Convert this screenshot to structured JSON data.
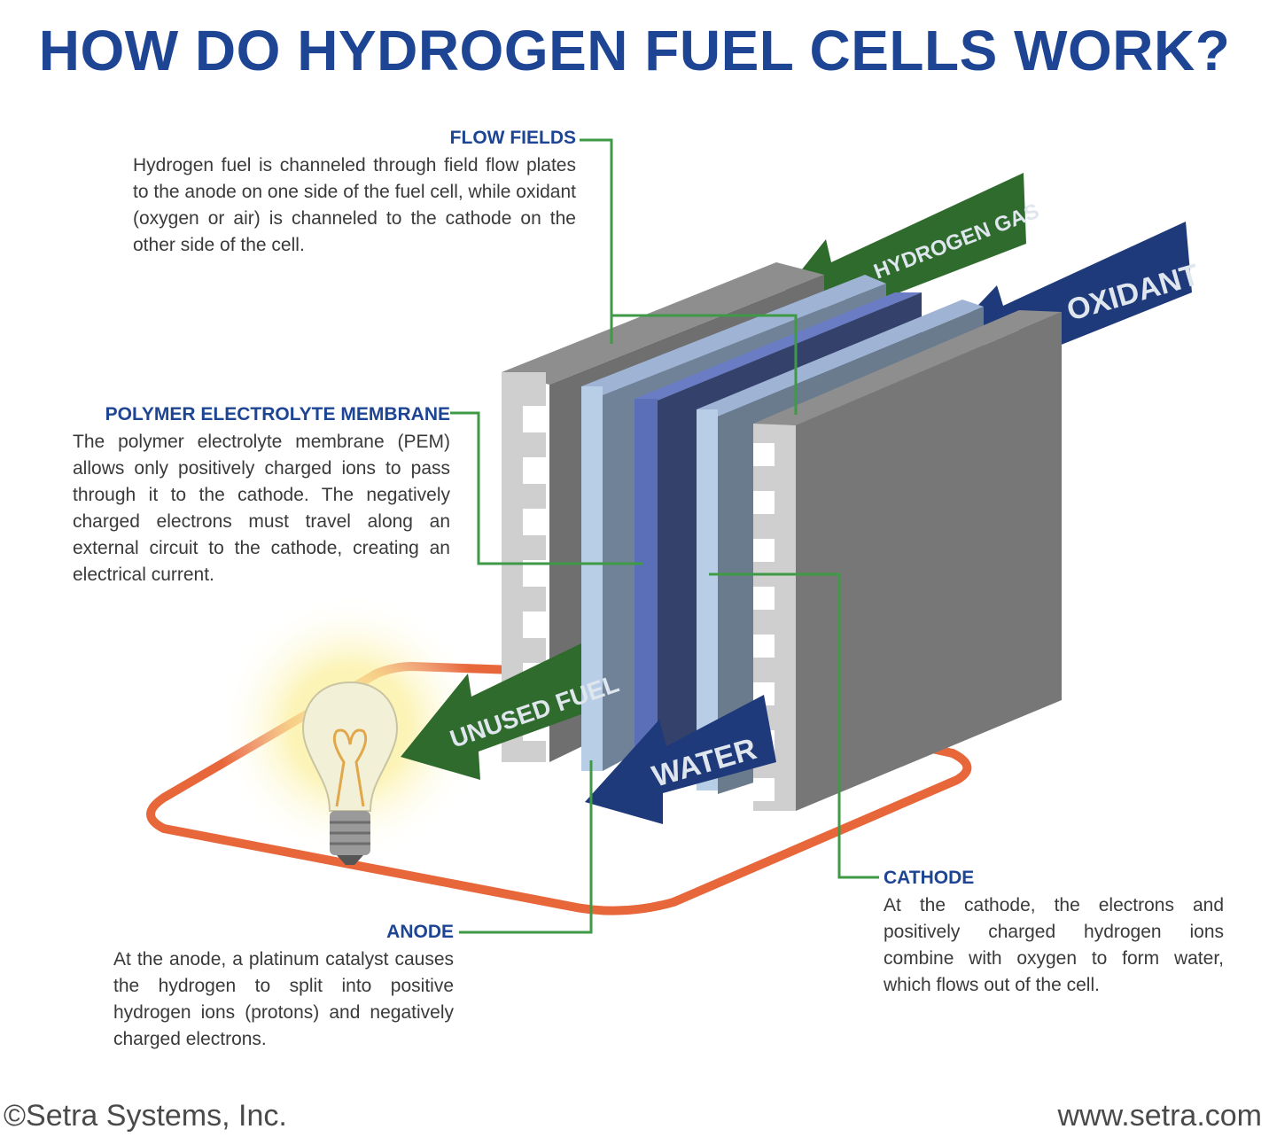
{
  "title": "HOW DO HYDROGEN FUEL CELLS WORK?",
  "callouts": {
    "flow_fields": {
      "heading": "FLOW FIELDS",
      "body": "Hydrogen fuel is channeled through field flow plates to the anode on one side of the fuel cell, while oxidant (oxygen or air) is channeled to the cathode on the other side of the cell."
    },
    "pem": {
      "heading": "POLYMER ELECTROLYTE MEMBRANE",
      "body": "The polymer electrolyte membrane (PEM) allows only positively charged ions to pass through it to the cathode. The negatively charged electrons must travel along an external circuit to the cathode, creating an electrical current."
    },
    "anode": {
      "heading": "ANODE",
      "body": "At the anode, a platinum catalyst causes the hydrogen to split into positive hydrogen ions (protons) and negatively charged electrons."
    },
    "cathode": {
      "heading": "CATHODE",
      "body": "At the cathode, the electrons and positively charged hydrogen ions combine with oxygen to form water, which flows out of the cell."
    }
  },
  "arrows": {
    "hydrogen_gas": "HYDROGEN GAS",
    "oxidant": "OXIDANT",
    "unused_fuel": "UNUSED FUEL",
    "water": "WATER"
  },
  "footer": {
    "copyright": "©Setra Systems, Inc.",
    "url": "www.setra.com"
  },
  "colors": {
    "title_blue": "#1d4594",
    "leader_green": "#3f9a46",
    "arrow_green": "#2f6b2d",
    "arrow_navy": "#1e3a7a",
    "circuit_orange": "#e8673a",
    "plate_gray": "#7a7a7a",
    "membrane_blue": "#5a6fb8"
  }
}
